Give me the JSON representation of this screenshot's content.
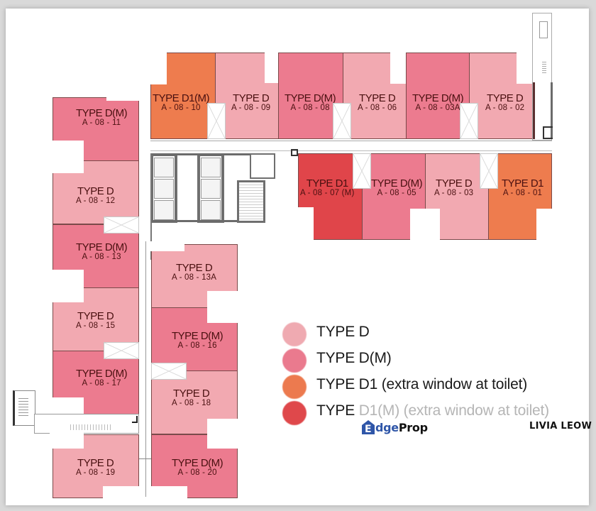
{
  "colors": {
    "type_d": "#f2a9b1",
    "type_dm": "#ec7b8f",
    "type_d1": "#ee7c4e",
    "type_d1m": "#e0454a",
    "label": "#4a1010",
    "legend_text": "#1a1a1a",
    "brand_blue": "#2f56a8"
  },
  "units": [
    {
      "id": "a0810",
      "type": "TYPE D1(M)",
      "number": "A - 08 - 10"
    },
    {
      "id": "a0809",
      "type": "TYPE D",
      "number": "A - 08 - 09"
    },
    {
      "id": "a0808",
      "type": "TYPE D(M)",
      "number": "A - 08 - 08"
    },
    {
      "id": "a0806",
      "type": "TYPE D",
      "number": "A - 08 - 06"
    },
    {
      "id": "a0803a",
      "type": "TYPE D(M)",
      "number": "A - 08 - 03A"
    },
    {
      "id": "a0802",
      "type": "TYPE D",
      "number": "A - 08 - 02"
    },
    {
      "id": "a0807",
      "type": "TYPE D1",
      "number": "A - 08 - 07 (M)"
    },
    {
      "id": "a0805",
      "type": "TYPE D(M)",
      "number": "A - 08 - 05"
    },
    {
      "id": "a0803",
      "type": "TYPE D",
      "number": "A - 08 - 03"
    },
    {
      "id": "a0801",
      "type": "TYPE D1",
      "number": "A - 08 - 01"
    },
    {
      "id": "a0811",
      "type": "TYPE D(M)",
      "number": "A - 08 - 11"
    },
    {
      "id": "a0812",
      "type": "TYPE D",
      "number": "A - 08 - 12"
    },
    {
      "id": "a0813",
      "type": "TYPE D(M)",
      "number": "A - 08 - 13"
    },
    {
      "id": "a0815",
      "type": "TYPE D",
      "number": "A - 08 - 15"
    },
    {
      "id": "a0817",
      "type": "TYPE D(M)",
      "number": "A - 08 - 17"
    },
    {
      "id": "a0819",
      "type": "TYPE D",
      "number": "A - 08 - 19"
    },
    {
      "id": "a0813a",
      "type": "TYPE D",
      "number": "A - 08 - 13A"
    },
    {
      "id": "a0816",
      "type": "TYPE D(M)",
      "number": "A - 08 - 16"
    },
    {
      "id": "a0818",
      "type": "TYPE D",
      "number": "A - 08 - 18"
    },
    {
      "id": "a0820",
      "type": "TYPE D(M)",
      "number": "A - 08 - 20"
    }
  ],
  "legend": [
    {
      "label": "TYPE D"
    },
    {
      "label": "TYPE D(M)"
    },
    {
      "label": "TYPE D1 (extra window at toilet)"
    },
    {
      "label_visible": "TYPE",
      "label_faded": " D1(M) (extra window at toilet)"
    }
  ],
  "watermark": {
    "brand_mark": "E",
    "brand_part1": "dge",
    "brand_part2": "Prop",
    "agent": "LIVIA LEOW"
  }
}
